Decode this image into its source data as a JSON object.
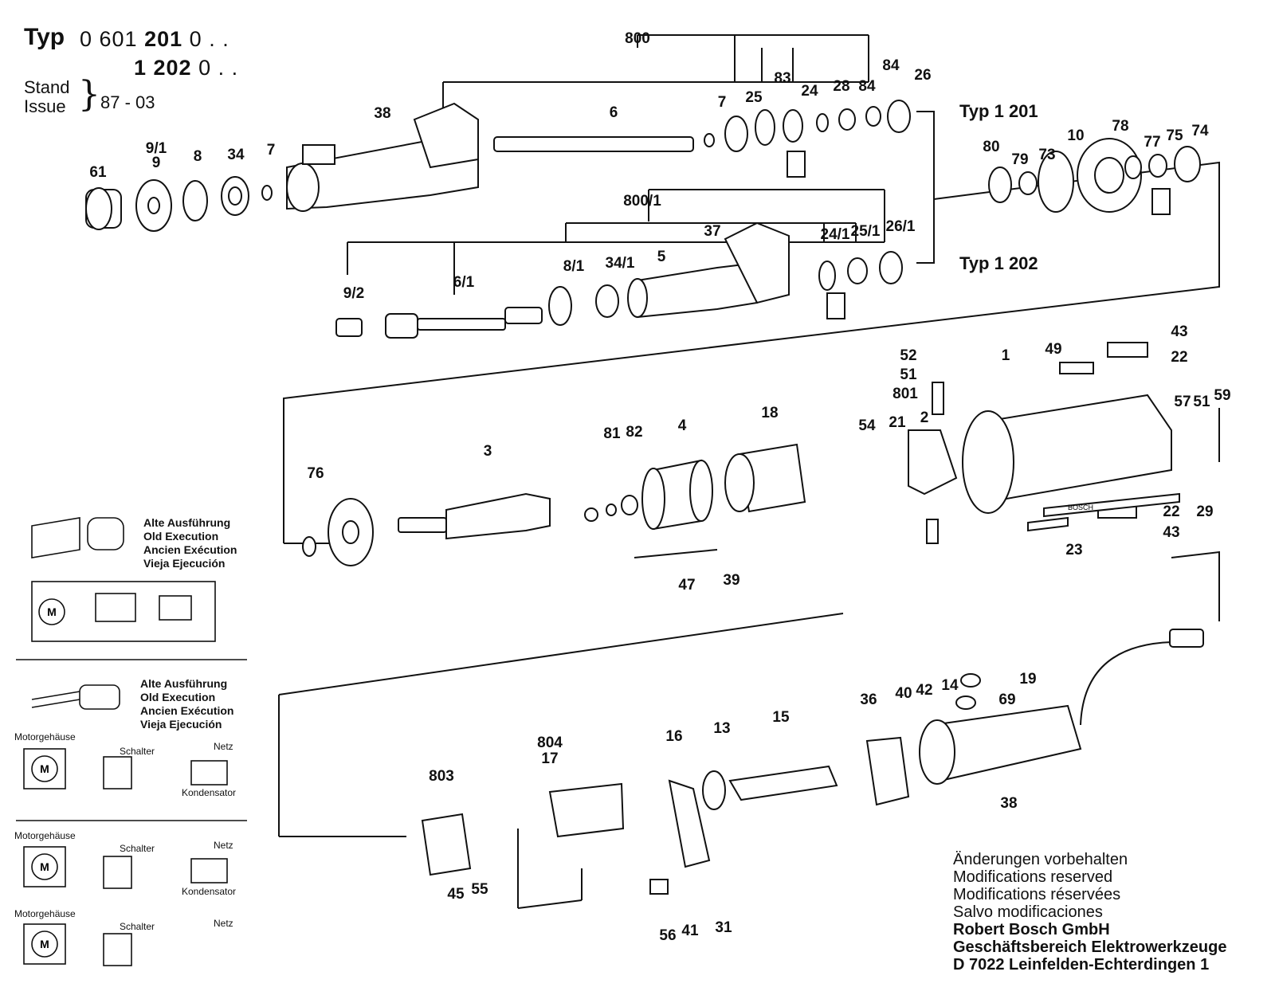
{
  "header": {
    "typ_label": "Typ",
    "line1_prefix": "0 601",
    "line1_bold": "201",
    "line1_suffix": "0 . .",
    "line2_bold": "1 202",
    "line2_suffix": "0 . .",
    "stand": "Stand",
    "issue": "Issue",
    "date": "87 - 03"
  },
  "typ_tags": {
    "a": "Typ 1 201",
    "b": "Typ 1 202"
  },
  "part_numbers": {
    "p800": "800",
    "p6": "6",
    "p7a": "7",
    "p25": "25",
    "p83": "83",
    "p24": "24",
    "p28": "28",
    "p84a": "84",
    "p84b": "84",
    "p26": "26",
    "p38a": "38",
    "p61": "61",
    "p9_1": "9/1",
    "p9": "9",
    "p8": "8",
    "p34": "34",
    "p7b": "7",
    "p80": "80",
    "p79": "79",
    "p73": "73",
    "p10": "10",
    "p78": "78",
    "p77": "77",
    "p75": "75",
    "p74": "74",
    "p800_1": "800/1",
    "p37": "37",
    "p24_1": "24/1",
    "p25_1": "25/1",
    "p26_1": "26/1",
    "p8_1": "8/1",
    "p34_1": "34/1",
    "p5": "5",
    "p9_2": "9/2",
    "p6_1": "6/1",
    "p43a": "43",
    "p22a": "22",
    "p52": "52",
    "p51a": "51",
    "p801": "801",
    "p1": "1",
    "p49": "49",
    "p57": "57",
    "p51b": "51",
    "p59": "59",
    "p54": "54",
    "p21": "21",
    "p2": "2",
    "p3": "3",
    "p81": "81",
    "p82": "82",
    "p4": "4",
    "p18": "18",
    "p76": "76",
    "p47": "47",
    "p39": "39",
    "p22b": "22",
    "p29": "29",
    "p43b": "43",
    "p23": "23",
    "p19": "19",
    "p69": "69",
    "p36": "36",
    "p40": "40",
    "p42": "42",
    "p14": "14",
    "p15": "15",
    "p13": "13",
    "p16": "16",
    "p804": "804",
    "p17": "17",
    "p803": "803",
    "p45": "45",
    "p55": "55",
    "p56": "56",
    "p41": "41",
    "p31": "31",
    "p38b": "38"
  },
  "legend": {
    "old1": [
      "Alte Ausführung",
      "Old Execution",
      "Ancien Exécution",
      "Vieja Ejecución"
    ],
    "old2": [
      "Alte Ausführung",
      "Old Execution",
      "Ancien Exécution",
      "Vieja Ejecución"
    ],
    "motorgehaeuse": "Motorgehäuse",
    "schalter": "Schalter",
    "netz": "Netz",
    "kondensator": "Kondensator"
  },
  "notes": {
    "line1": "Änderungen vorbehalten",
    "line2": "Modifications reserved",
    "line3": "Modifications réservées",
    "line4": "Salvo modificaciones",
    "company": "Robert Bosch GmbH",
    "division": "Geschäftsbereich Elektrowerkzeuge",
    "address": "D 7022 Leinfelden-Echterdingen 1"
  },
  "marks": {
    "m_label": "M",
    "bosch_strip": "BOSCH"
  }
}
